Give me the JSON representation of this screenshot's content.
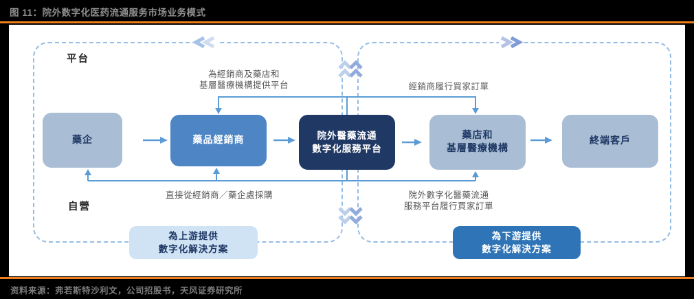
{
  "header": {
    "title": "图 11：院外数字化医药流通服务市场业务模式"
  },
  "footer": {
    "source": "资料来源：弗若斯特沙利文，公司招股书，天风证券研究所"
  },
  "colors": {
    "accent_orange": "#ee7d1a",
    "page_bg": "#000000",
    "figure_bg": "#ffffff",
    "node_light": "#a9bed4",
    "node_mid_blue": "#4e86c5",
    "node_navy": "#203864",
    "solution_light": "#cfe3f5",
    "solution_blue": "#2e74b6",
    "connector_blue": "#5b9bd5",
    "dashed_border": "#94bce4",
    "annotation_text": "#595959"
  },
  "diagram": {
    "groups": {
      "platform_label": "平台",
      "self_operated_label": "自營"
    },
    "nodes": {
      "pharma": "藥企",
      "distributor": "藥品經銷商",
      "platform_line1": "院外醫藥流通",
      "platform_line2": "數字化服務平台",
      "pharmacy_line1": "藥店和",
      "pharmacy_line2": "基層醫療機構",
      "customer": "終端客戶"
    },
    "annotations": {
      "provide_platform_line1": "為經銷商及藥店和",
      "provide_platform_line2": "基層醫療機構提供平台",
      "distributor_fulfill": "經銷商履行買家訂單",
      "direct_purchase": "直接從經銷商／藥企處採購",
      "platform_fulfill_line1": "院外數字化醫藥流通",
      "platform_fulfill_line2": "服務平台履行買家訂單"
    },
    "solutions": {
      "upstream_line1": "為上游提供",
      "upstream_line2": "數字化解決方案",
      "downstream_line1": "為下游提供",
      "downstream_line2": "數字化解決方案"
    }
  }
}
